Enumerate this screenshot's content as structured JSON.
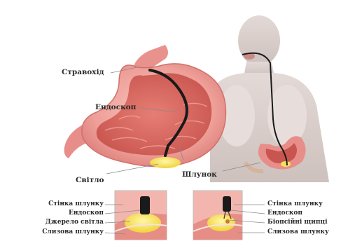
{
  "main_labels": {
    "esophagus": "Стравохід",
    "endoscope": "Ендоскоп",
    "light": "Світло",
    "stomach": "Шлунок"
  },
  "inset_left": {
    "labels": [
      "Стінка шлунку",
      "Ендоскоп",
      "Джерело світла",
      "Слизова шлунку"
    ]
  },
  "inset_right": {
    "labels": [
      "Стінка шлунку",
      "Ендоскоп",
      "Біопсійні щипці",
      "Слизова шлунку"
    ]
  },
  "colors": {
    "stomach_outer": "#e88e8a",
    "stomach_inner": "#f3b6ae",
    "body_silhouette": "#d9cfcb",
    "light_yellow": "#f5e25a",
    "endoscope": "#1a1a1a"
  }
}
